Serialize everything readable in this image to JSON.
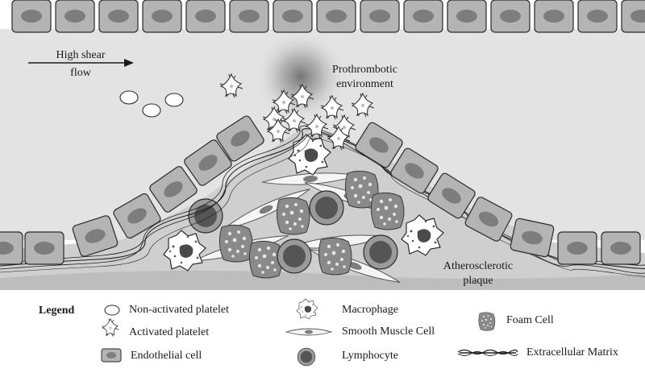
{
  "diagram": {
    "flow_label_line1": "High shear",
    "flow_label_line2": "flow",
    "environment_label_line1": "Prothrombotic",
    "environment_label_line2": "environment",
    "plaque_label_line1": "Atherosclerotic",
    "plaque_label_line2": "plaque"
  },
  "legend": {
    "title": "Legend",
    "items": [
      {
        "label": "Non-activated platelet",
        "icon": "non-activated-platelet-icon"
      },
      {
        "label": "Activated platelet",
        "icon": "activated-platelet-icon"
      },
      {
        "label": "Endothelial cell",
        "icon": "endothelial-cell-icon"
      },
      {
        "label": "Macrophage",
        "icon": "macrophage-icon"
      },
      {
        "label": "Smooth Muscle Cell",
        "icon": "smooth-muscle-cell-icon"
      },
      {
        "label": "Lymphocyte",
        "icon": "lymphocyte-icon"
      },
      {
        "label": "Foam Cell",
        "icon": "foam-cell-icon"
      },
      {
        "label": "Extracellular Matrix",
        "icon": "extracellular-matrix-icon"
      }
    ]
  },
  "colors": {
    "background": "#ffffff",
    "lumen": "#e3e3e3",
    "cell_fill": "#b4b4b4",
    "nucleus": "#7d7d7d",
    "outline": "#2a2a2a",
    "plaque": "#cfcfcf",
    "prothrombotic_glow": "#8a8a8a"
  }
}
